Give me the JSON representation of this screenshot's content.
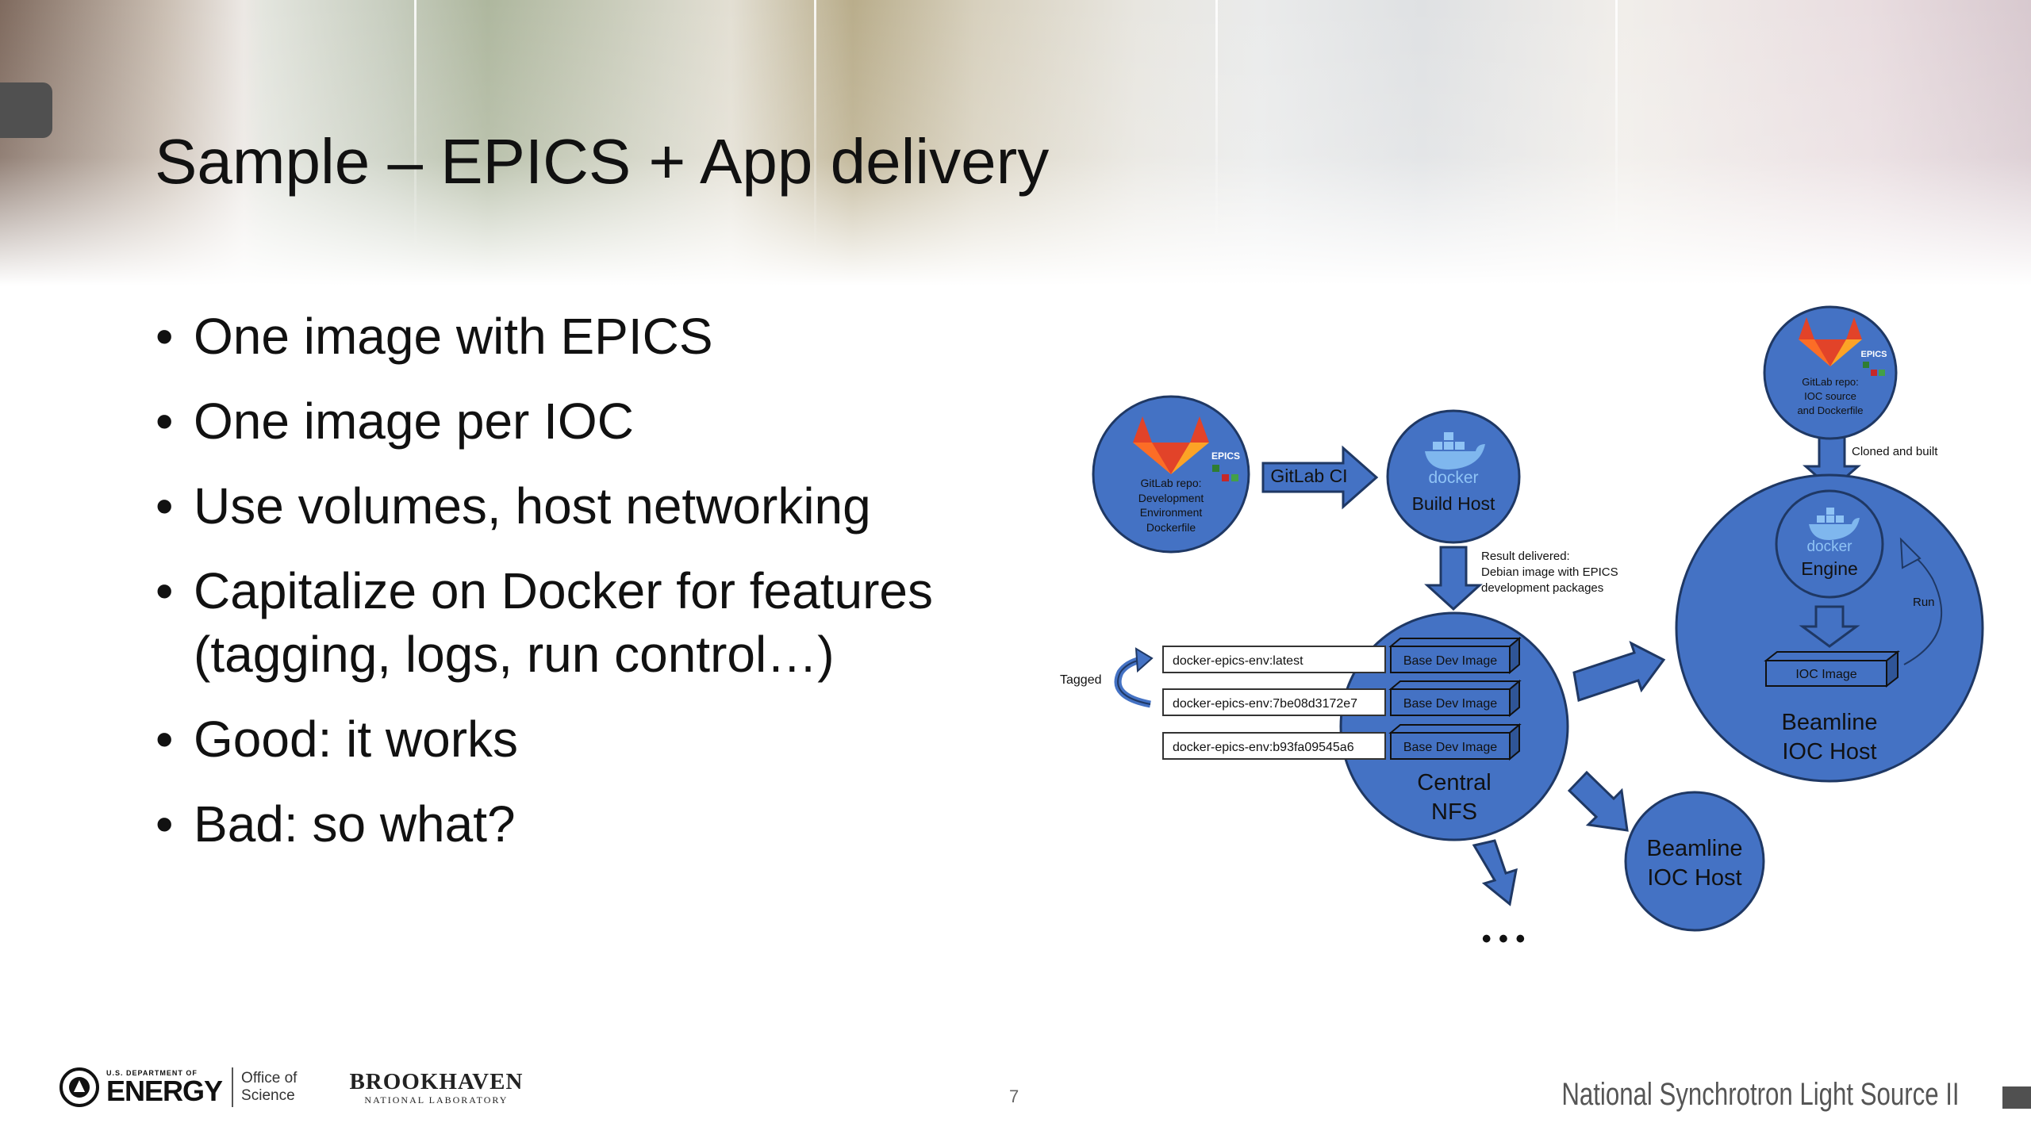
{
  "slide": {
    "title": "Sample – EPICS + App delivery",
    "bullets": [
      "One image with EPICS",
      "One image per IOC",
      "Use volumes, host networking",
      "Capitalize on Docker for features (tagging, logs, run control…)",
      "Good: it works",
      "Bad: so what?"
    ],
    "page_number": "7"
  },
  "diagram": {
    "repo_dev_label": [
      "GitLab repo:",
      "Development",
      "Environment",
      "Dockerfile"
    ],
    "epics_badge": "EPICS",
    "gitlab_ci": "GitLab CI",
    "build_host": "Build Host",
    "docker_word": "docker",
    "result_delivered": [
      "Result delivered:",
      "Debian image with EPICS",
      "development packages"
    ],
    "tagged": "Tagged",
    "tags": [
      "docker-epics-env:latest",
      "docker-epics-env:7be08d3172e7",
      "docker-epics-env:b93fa09545a6"
    ],
    "base_dev_image": "Base Dev Image",
    "central_nfs": [
      "Central",
      "NFS"
    ],
    "repo_ioc_label": [
      "GitLab repo:",
      "IOC source",
      "and Dockerfile"
    ],
    "cloned_and_built": "Cloned and built",
    "engine": "Engine",
    "run": "Run",
    "ioc_image": "IOC Image",
    "beamline_ioc_host": [
      "Beamline",
      "IOC Host"
    ],
    "ellipsis": "• • •"
  },
  "footer": {
    "doe_small": "U.S. DEPARTMENT OF",
    "doe_energy": "ENERGY",
    "office_of": "Office of",
    "science": "Science",
    "bnl_name": "BROOKHAVEN",
    "bnl_sub": "NATIONAL LABORATORY",
    "nsls": "National Synchrotron Light Source II"
  },
  "colors": {
    "circle_fill": "#4472c4",
    "circle_stroke": "#1f3864",
    "gitlab_orange": "#fc6d26",
    "gitlab_red": "#e24329",
    "docker_blue": "#2496ed"
  }
}
